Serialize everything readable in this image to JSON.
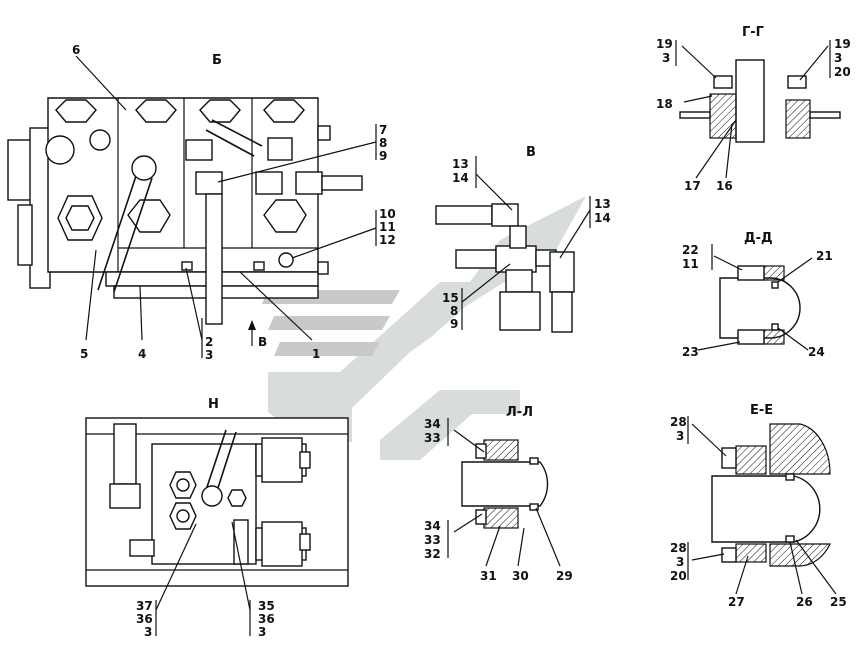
{
  "views": {
    "b": "Б",
    "v": "В",
    "n": "Н",
    "gg": "Г-Г",
    "dd": "Д-Д",
    "ll": "Л-Л",
    "ee": "Е-Е"
  },
  "labels": {
    "p6": "6",
    "p7": "7",
    "p8": "8",
    "p9": "9",
    "p10": "10",
    "p11": "11",
    "p12": "12",
    "p5": "5",
    "p4": "4",
    "p2": "2",
    "p3": "3",
    "p1": "1",
    "arrowV": "В",
    "v13a": "13",
    "v14a": "14",
    "v13b": "13",
    "v14b": "14",
    "v15": "15",
    "v8": "8",
    "v9": "9",
    "g19a": "19",
    "g3a": "3",
    "g19b": "19",
    "g3b": "3",
    "g20": "20",
    "g18": "18",
    "g17": "17",
    "g16": "16",
    "d22": "22",
    "d11": "11",
    "d21": "21",
    "d23": "23",
    "d24": "24",
    "l34a": "34",
    "l33a": "33",
    "l34b": "34",
    "l33b": "33",
    "l32": "32",
    "l31": "31",
    "l30": "30",
    "l29": "29",
    "e28a": "28",
    "e3a": "3",
    "e28b": "28",
    "e3b": "3",
    "e20": "20",
    "e27": "27",
    "e26": "26",
    "e25": "25",
    "n37": "37",
    "n36a": "36",
    "n3a": "3",
    "n35": "35",
    "n36b": "36",
    "n3b": "3"
  }
}
